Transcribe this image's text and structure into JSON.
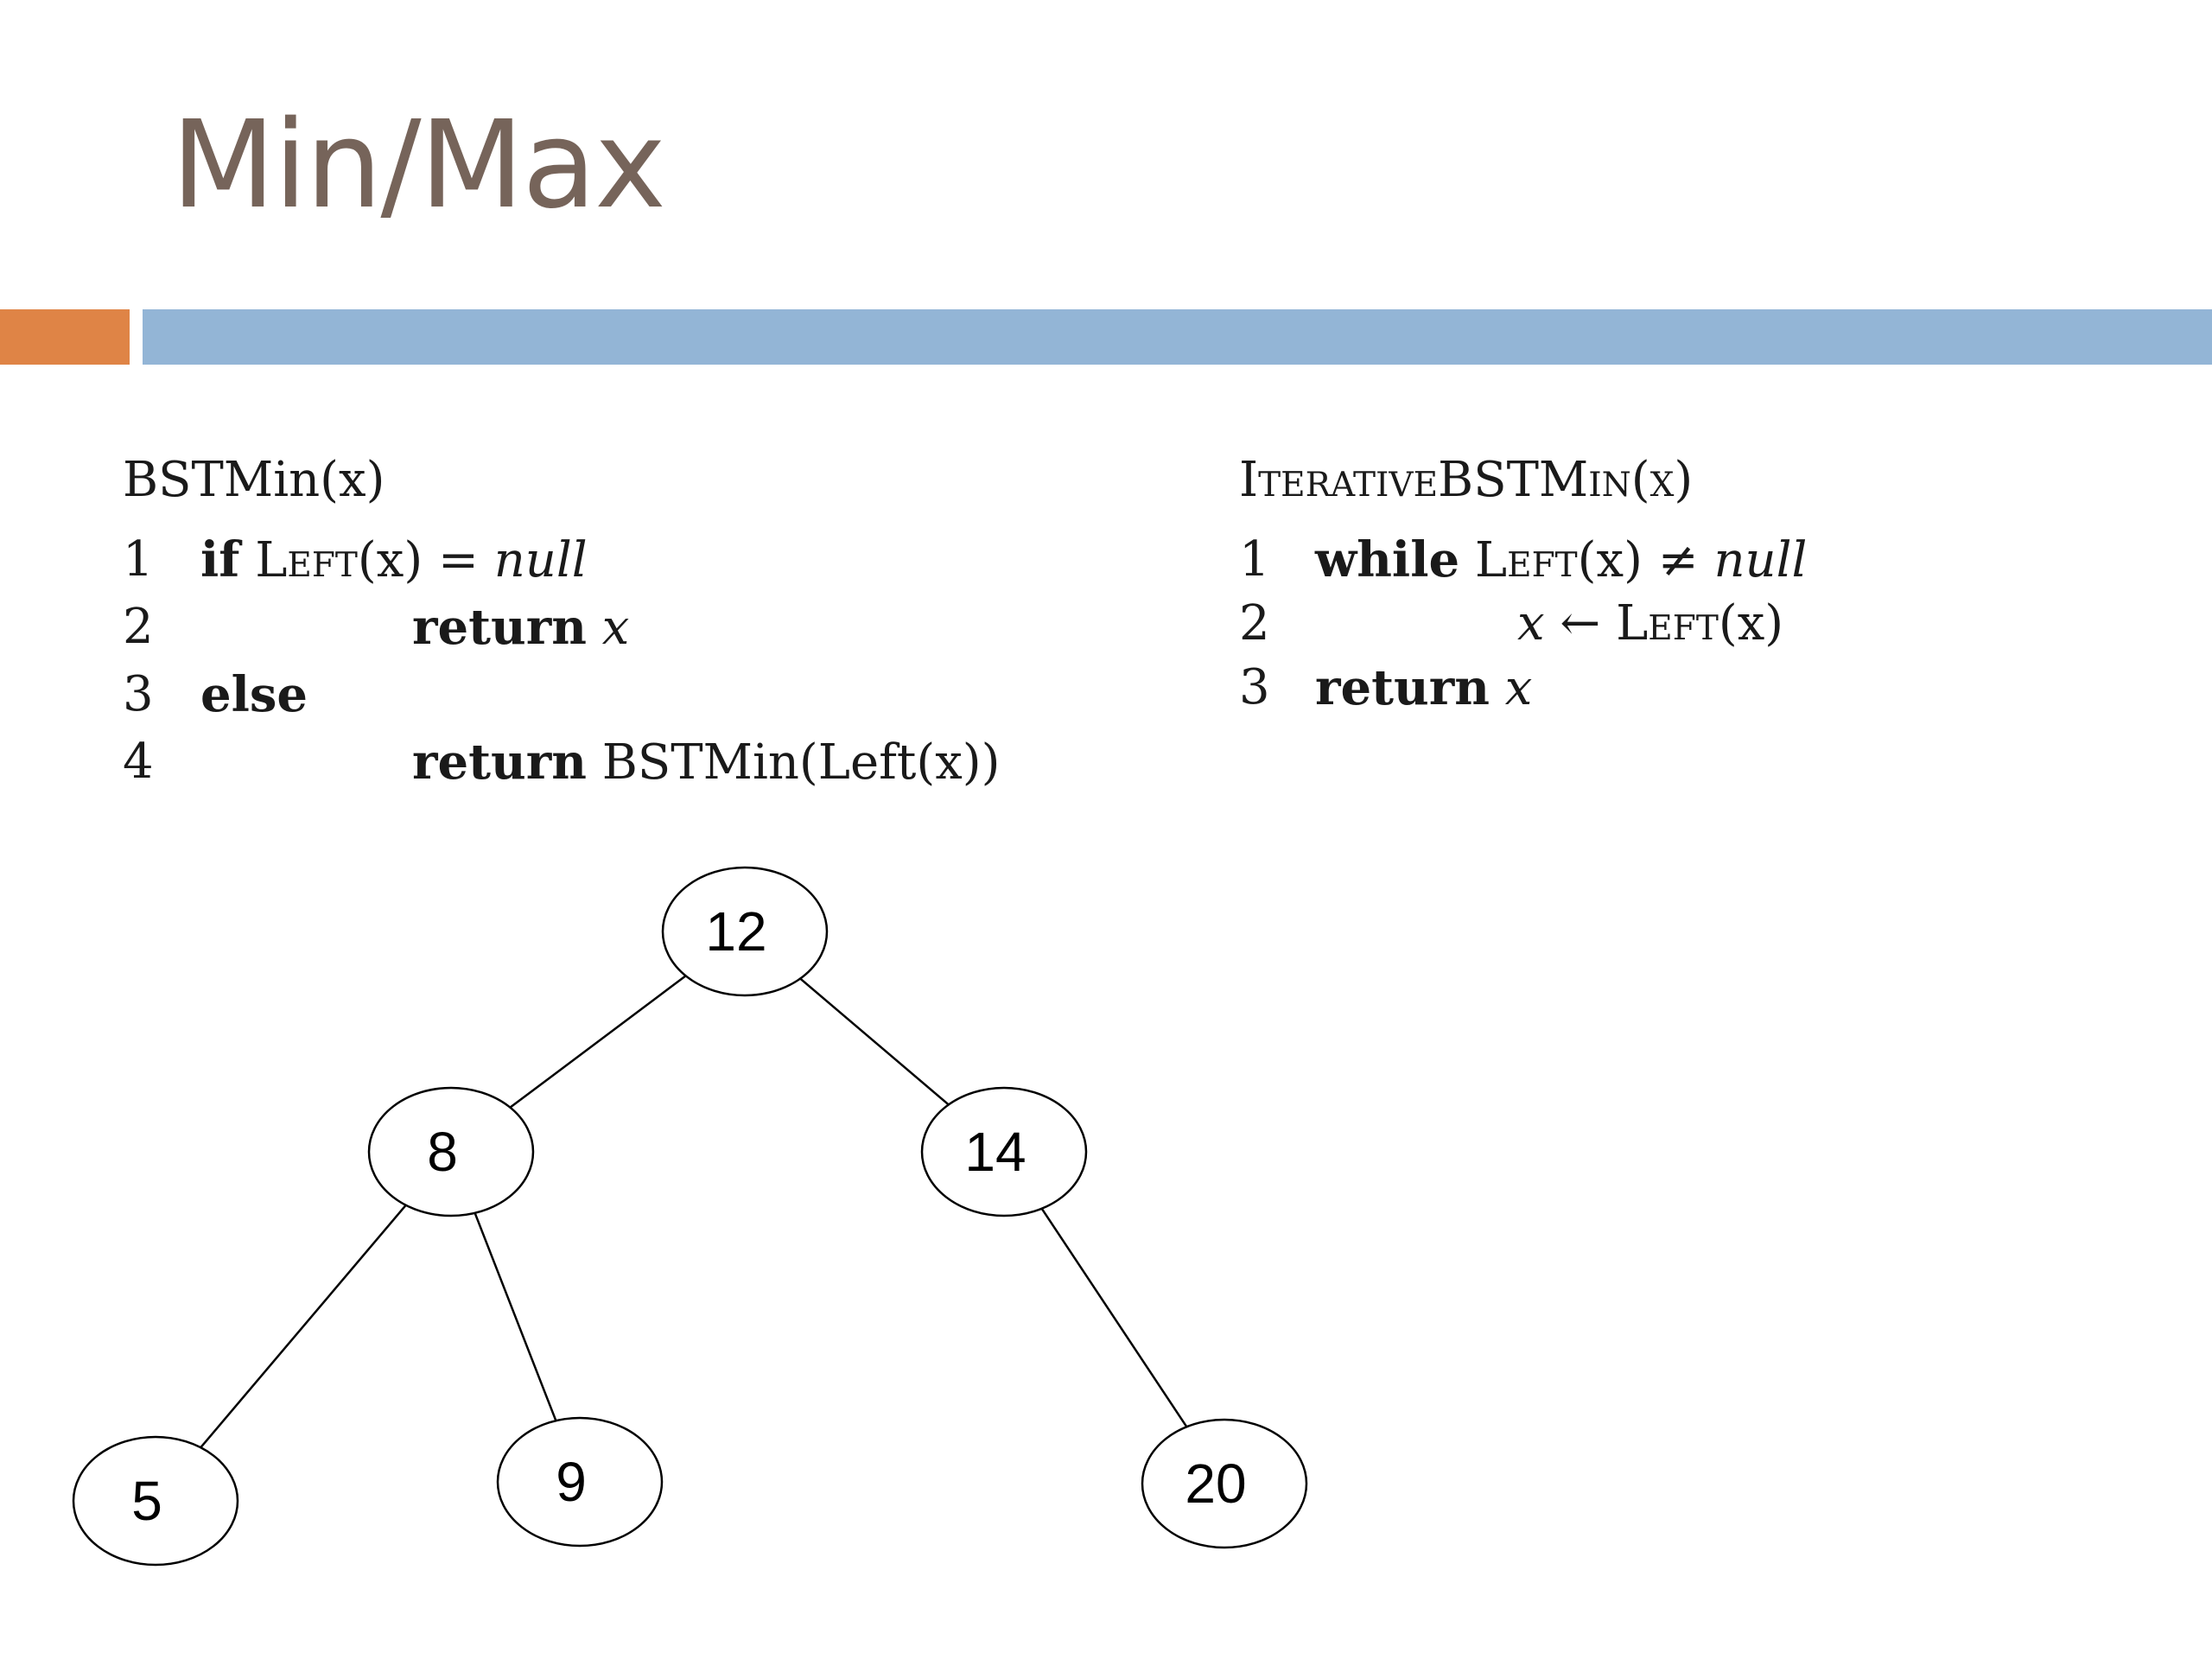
{
  "slide": {
    "title": "Min/Max"
  },
  "left_algorithm": {
    "heading": "BSTMin(x)",
    "lines": [
      {
        "num": "1",
        "kw": "if",
        "rest_1": "Left",
        "rest_2": "(x) = ",
        "rest_3": "null"
      },
      {
        "num": "2",
        "kw": "return",
        "rest_1": "x"
      },
      {
        "num": "3",
        "kw": "else"
      },
      {
        "num": "4",
        "kw": "return",
        "rest_1": "BSTMin(Left(x))"
      }
    ]
  },
  "right_algorithm": {
    "heading": "IterativeBSTMin(x)",
    "lines": [
      {
        "num": "1",
        "kw": "while",
        "rest_1": "Left",
        "rest_2": "(x) ≠ ",
        "rest_3": "null"
      },
      {
        "num": "2",
        "rest_1": "x ← ",
        "rest_2": "Left",
        "rest_3": "(x)"
      },
      {
        "num": "3",
        "kw": "return",
        "rest_1": "x"
      }
    ]
  },
  "tree": {
    "nodes": [
      {
        "id": "n12",
        "label": "12"
      },
      {
        "id": "n8",
        "label": "8"
      },
      {
        "id": "n14",
        "label": "14"
      },
      {
        "id": "n5",
        "label": "5"
      },
      {
        "id": "n9",
        "label": "9"
      },
      {
        "id": "n20",
        "label": "20"
      }
    ],
    "edges": [
      [
        "n12",
        "n8"
      ],
      [
        "n12",
        "n14"
      ],
      [
        "n8",
        "n5"
      ],
      [
        "n8",
        "n9"
      ],
      [
        "n14",
        "n20"
      ]
    ]
  }
}
